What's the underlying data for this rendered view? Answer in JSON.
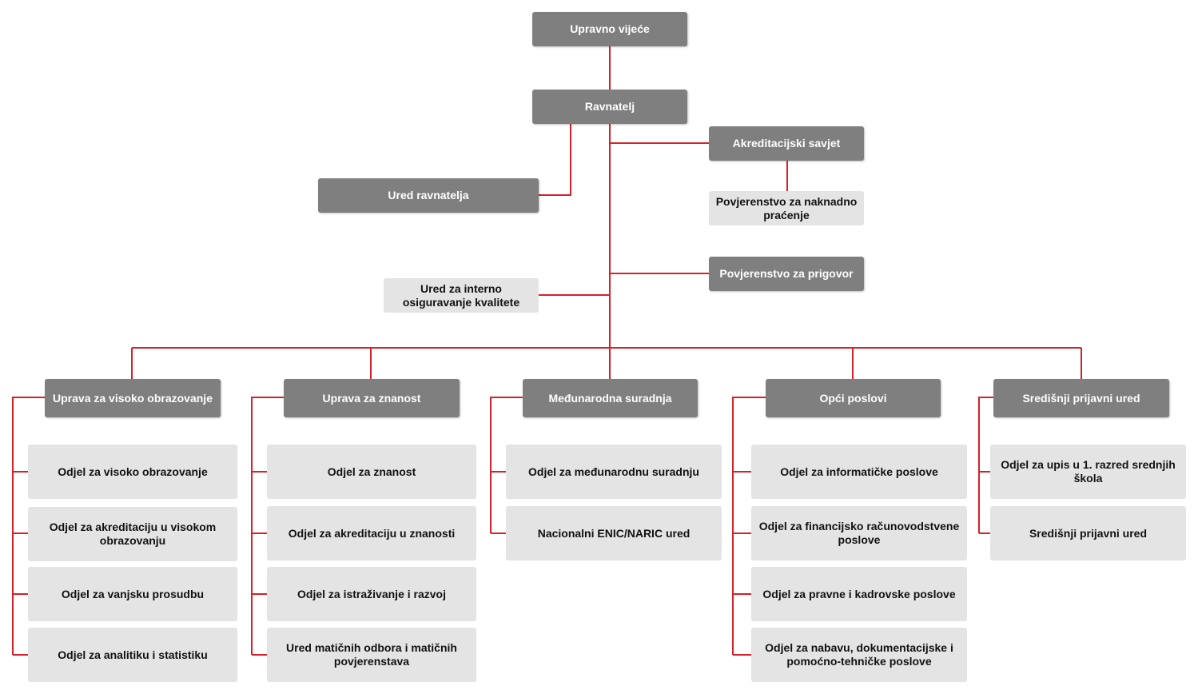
{
  "colors": {
    "connector": "#d6202a",
    "dark_box": "#7f7f7f",
    "light_box": "#e4e4e4"
  },
  "top": {
    "council": "Upravno vijeće",
    "director": "Ravnatelj",
    "accreditation_council": "Akreditacijski savjet",
    "followup_committee": "Povjerenstvo za naknadno praćenje",
    "director_office": "Ured ravnatelja",
    "complaints_committee": "Povjerenstvo za prigovor",
    "quality_office": "Ured za interno osiguravanje kvalitete"
  },
  "departments": [
    {
      "title": "Uprava za visoko obrazovanje",
      "units": [
        "Odjel za visoko obrazovanje",
        "Odjel za akreditaciju u visokom obrazovanju",
        "Odjel za vanjsku prosudbu",
        "Odjel za analitiku i statistiku"
      ]
    },
    {
      "title": "Uprava za znanost",
      "units": [
        "Odjel za znanost",
        "Odjel za akreditaciju u znanosti",
        "Odjel za istraživanje i razvoj",
        "Ured matičnih odbora i matičnih povjerenstava"
      ]
    },
    {
      "title": "Međunarodna suradnja",
      "units": [
        "Odjel za međunarodnu suradnju",
        "Nacionalni ENIC/NARIC ured"
      ]
    },
    {
      "title": "Opći poslovi",
      "units": [
        "Odjel za informatičke poslove",
        "Odjel za financijsko računovodstvene poslove",
        "Odjel za pravne i kadrovske poslove",
        "Odjel za nabavu, dokumentacijske i pomoćno-tehničke poslove"
      ]
    },
    {
      "title": "Središnji prijavni ured",
      "units": [
        "Odjel za upis u 1. razred srednjih škola",
        "Središnji prijavni ured"
      ]
    }
  ]
}
